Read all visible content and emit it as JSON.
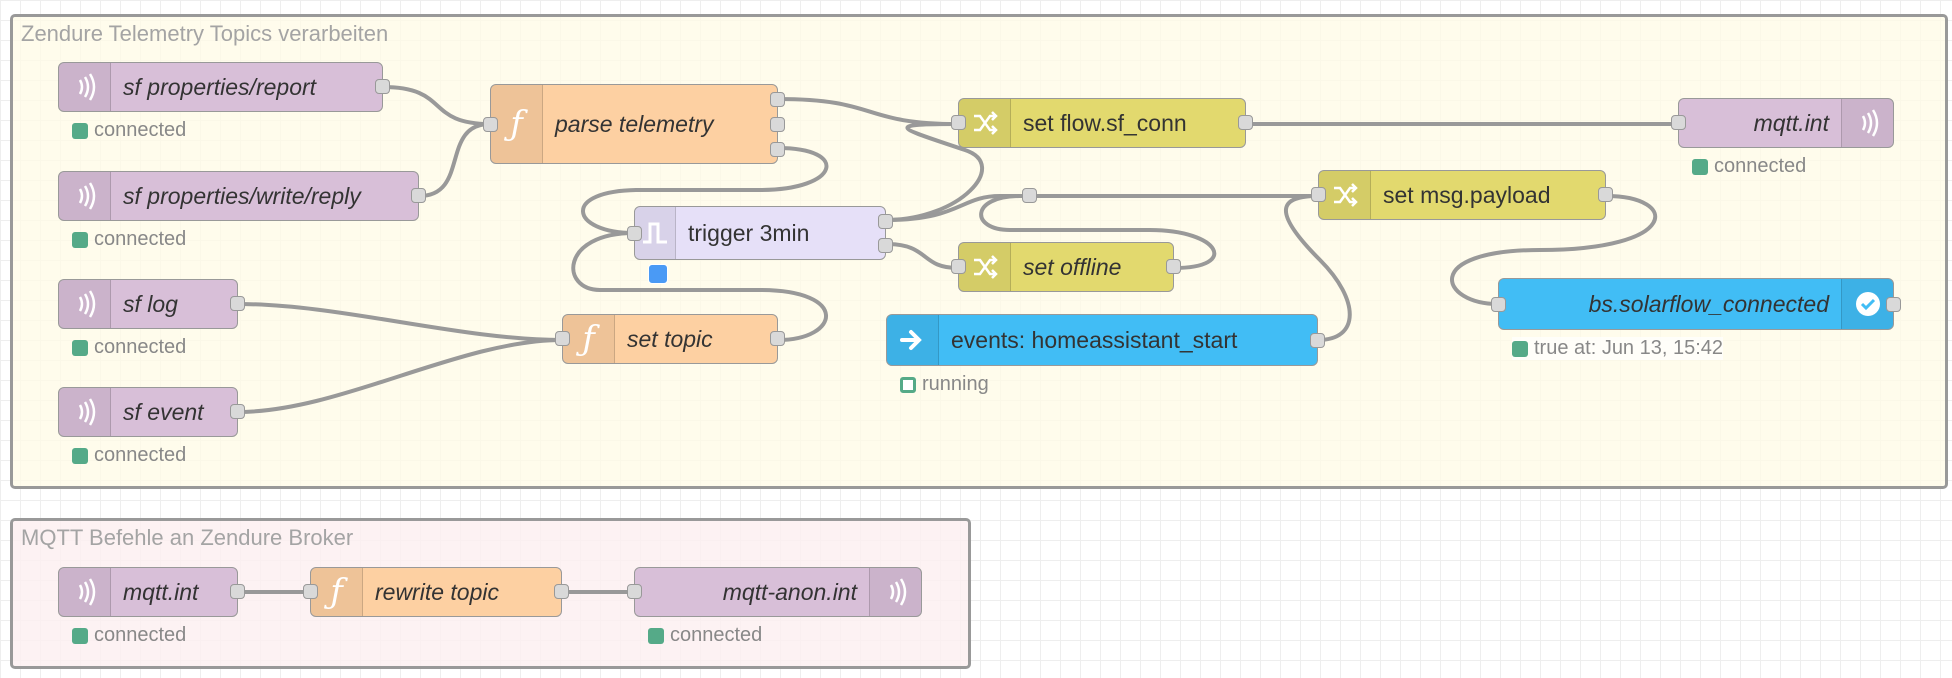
{
  "groups": {
    "telemetry": {
      "label": "Zendure Telemetry Topics verarbeiten"
    },
    "commands": {
      "label": "MQTT Befehle an Zendure Broker"
    }
  },
  "nodes": {
    "sf_props_report": {
      "label": "sf properties/report",
      "status": "connected",
      "icon": "wifi-icon"
    },
    "sf_props_write": {
      "label": "sf properties/write/reply",
      "status": "connected",
      "icon": "wifi-icon"
    },
    "sf_log": {
      "label": "sf log",
      "status": "connected",
      "icon": "wifi-icon"
    },
    "sf_event": {
      "label": "sf event",
      "status": "connected",
      "icon": "wifi-icon"
    },
    "parse_telemetry": {
      "label": "parse telemetry",
      "icon": "function-icon"
    },
    "trigger_3min": {
      "label": "trigger 3min",
      "icon": "trigger-icon"
    },
    "set_topic": {
      "label": "set topic",
      "icon": "function-icon"
    },
    "set_flow_conn": {
      "label": "set flow.sf_conn",
      "icon": "shuffle-icon"
    },
    "set_offline": {
      "label": "set offline",
      "icon": "shuffle-icon"
    },
    "events_ha_start": {
      "label": "events: homeassistant_start",
      "status": "running",
      "icon": "arrow-right-icon"
    },
    "set_msg_payload": {
      "label": "set msg.payload",
      "icon": "shuffle-icon"
    },
    "mqtt_int_out": {
      "label": "mqtt.int",
      "status": "connected",
      "icon": "wifi-icon"
    },
    "bs_solarflow": {
      "label": "bs.solarflow_connected",
      "status": "true at: Jun 13, 15:42",
      "icon": "check-circle-icon"
    },
    "mqtt_int_in": {
      "label": "mqtt.int",
      "status": "connected",
      "icon": "wifi-icon"
    },
    "rewrite_topic": {
      "label": "rewrite topic",
      "icon": "function-icon"
    },
    "mqtt_anon": {
      "label": "mqtt-anon.int",
      "status": "connected",
      "icon": "wifi-icon"
    }
  },
  "colors": {
    "mqtt": "#d8bfd8",
    "function": "#fdd0a2",
    "change": "#e2d96e",
    "trigger": "#e6e0f8",
    "homeassistant": "#41bdf5",
    "status_connected": "#5a8",
    "group1_bg": "#fffbe6",
    "group2_bg": "#fdeff0"
  }
}
